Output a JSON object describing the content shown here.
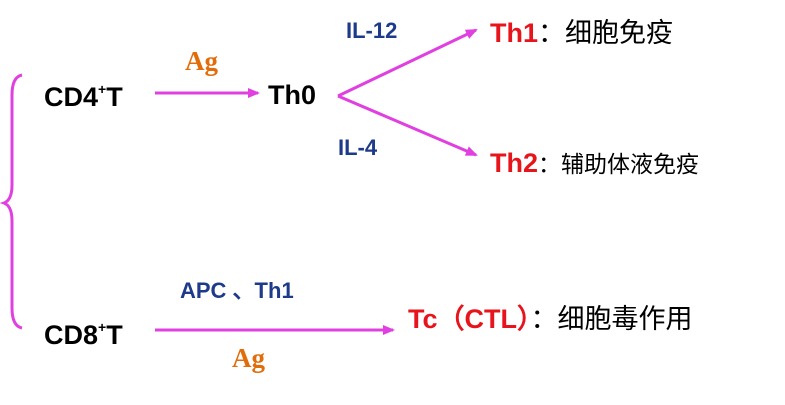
{
  "colors": {
    "arrow": "#e040e0",
    "brace": "#e040e0",
    "node_black": "#000000",
    "node_red": "#e8141c",
    "cytokine_blue": "#1e3a8a",
    "antigen_orange": "#e36c0a"
  },
  "nodes": {
    "cd4_main": "CD4",
    "cd4_sup": "+",
    "cd4_tail": "T",
    "th0": "Th0",
    "th1": "Th1",
    "th1_sep": "：",
    "th1_function": "细胞免疫",
    "th2": "Th2",
    "th2_sep": "：",
    "th2_function": "辅助体液免疫",
    "cd8_main": "CD8",
    "cd8_sup": "+",
    "cd8_tail": "T",
    "tc": "Tc（CTL）",
    "tc_sep": "：",
    "tc_function": "细胞毒作用"
  },
  "edges": {
    "cd4_to_th0_label": "Ag",
    "th0_to_th1_label": "IL-12",
    "th0_to_th2_label": "IL-4",
    "cd8_to_tc_label_top": "APC 、Th1",
    "cd8_to_tc_label_bottom": "Ag"
  }
}
